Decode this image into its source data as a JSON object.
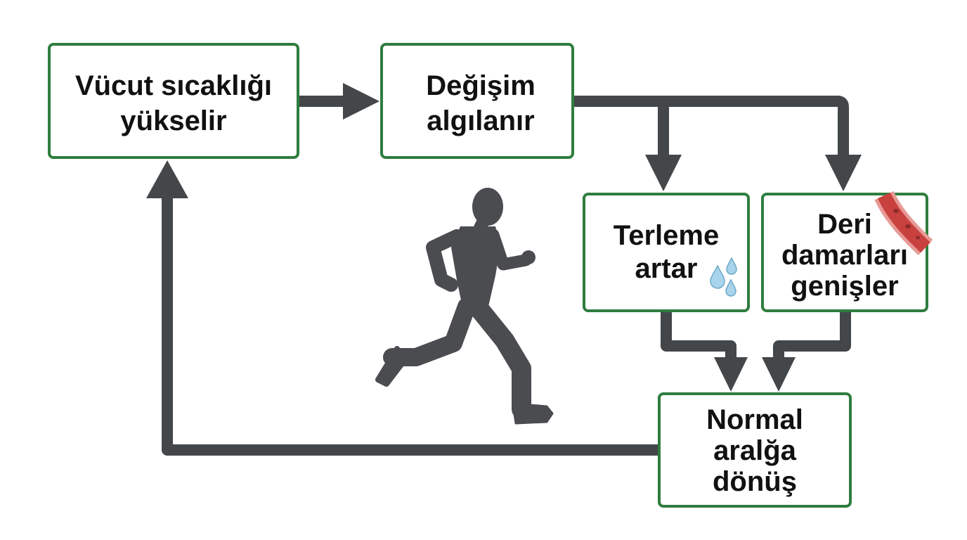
{
  "diagram": {
    "nodes": {
      "temp_rise": {
        "lines": [
          "Vücut sıcaklığı",
          "yükselir"
        ]
      },
      "change_detected": {
        "lines": [
          "Değişim",
          "algılanır"
        ]
      },
      "sweating": {
        "lines": [
          "Terleme",
          "artar"
        ]
      },
      "vessels": {
        "lines": [
          "Deri",
          "damarları",
          "genişler"
        ]
      },
      "normal": {
        "lines": [
          "Normal",
          "aralğa",
          "dönüş"
        ]
      }
    },
    "colors": {
      "box_border": "#2e7d3e",
      "arrow": "#43474a",
      "runner": "#4a4c4f",
      "droplet": "#8cc4e0",
      "vessel": "#c9413f"
    },
    "icons": [
      "runner-icon",
      "water-droplet-icon",
      "blood-vessel-icon"
    ]
  }
}
